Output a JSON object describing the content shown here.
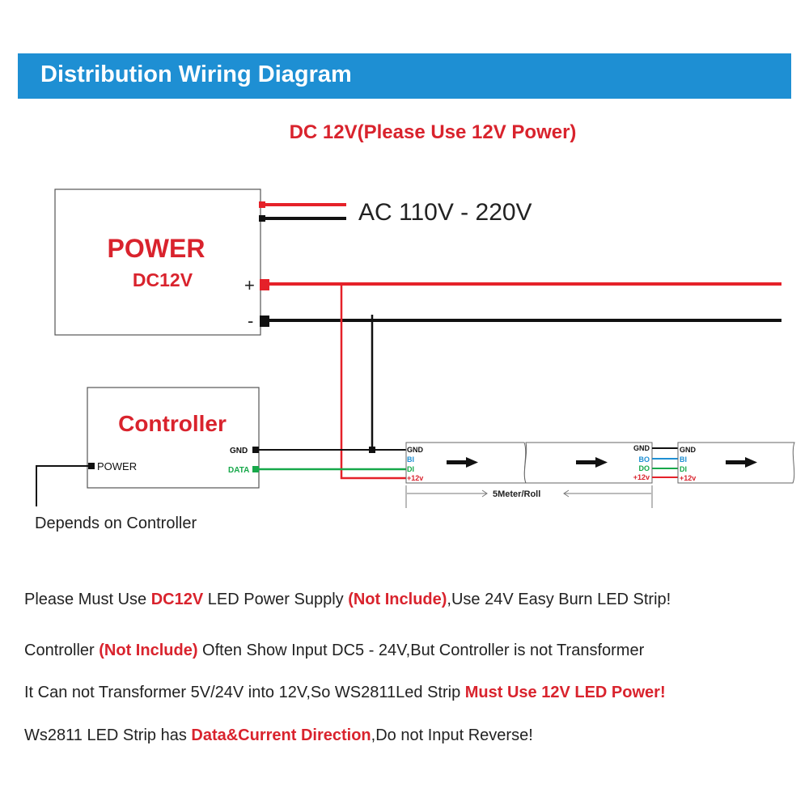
{
  "header": {
    "title": "Distribution Wiring Diagram"
  },
  "subtitle": "DC 12V(Please Use 12V Power)",
  "power_box": {
    "title": "POWER",
    "voltage": "DC12V",
    "plus": "+",
    "minus": "-"
  },
  "ac_label": "AC 110V - 220V",
  "controller": {
    "title": "Controller",
    "gnd": "GND",
    "data": "DATA",
    "power": "POWER"
  },
  "depends_label": "Depends on Controller",
  "strip1": {
    "gnd": "GND",
    "bi": "BI",
    "di": "DI",
    "v12": "+12v"
  },
  "strip2": {
    "gnd": "GND",
    "bo": "BO",
    "do": "DO",
    "v12": "+12v"
  },
  "strip3": {
    "gnd": "GND",
    "bi": "BI",
    "di": "DI",
    "v12": "+12v"
  },
  "length_label": "5Meter/Roll",
  "colors": {
    "banner": "#1e8fd3",
    "red": "#d9232d",
    "wire_red": "#e52129",
    "green": "#17a84a",
    "blue": "#1e8fd3",
    "black": "#111111"
  },
  "notes": [
    {
      "a": "Please Must Use ",
      "b": "DC12V",
      "c": " LED Power Supply ",
      "d": "(Not Include)",
      "e": ",Use 24V Easy Burn LED Strip!"
    },
    {
      "a": "Controller ",
      "b": "(Not Include)",
      "c": " Often Show Input DC5 - 24V,But Controller is not Transformer"
    },
    {
      "a": "It Can not Transformer 5V/24V into 12V,So WS2811Led Strip ",
      "b": "Must Use 12V LED Power!"
    },
    {
      "a": "Ws2811 LED Strip has ",
      "b": "Data&Current Direction",
      "c": ",Do not Input Reverse!"
    }
  ]
}
